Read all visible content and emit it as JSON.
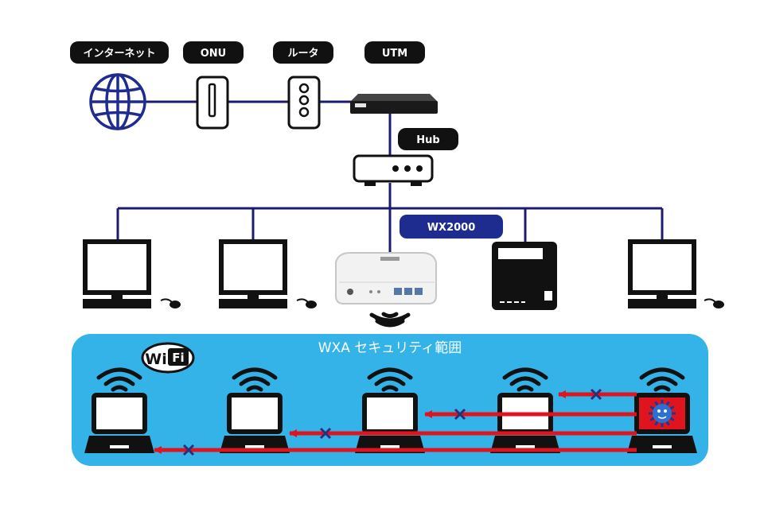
{
  "labels": {
    "internet": "インターネット",
    "onu": "ONU",
    "router": "ルータ",
    "utm": "UTM",
    "hub": "Hub",
    "product": "WX2000",
    "wifi_zone": "WXA セキュリティ範囲",
    "wifi_logo_main": "Wi",
    "wifi_logo_box": "Fi"
  },
  "colors": {
    "line": "#1c1c6e",
    "badge": "#111111",
    "product_badge": "#1f2c8f",
    "zone": "#33b3e8",
    "arrow": "#e0141e",
    "cross": "#2a2f7a"
  },
  "icons": [
    "globe-icon",
    "onu-icon",
    "router-icon",
    "utm-icon",
    "hub-icon",
    "desktop-pc-icon",
    "nas-icon",
    "access-point-icon",
    "wifi-signal-icon",
    "laptop-icon",
    "virus-icon"
  ]
}
